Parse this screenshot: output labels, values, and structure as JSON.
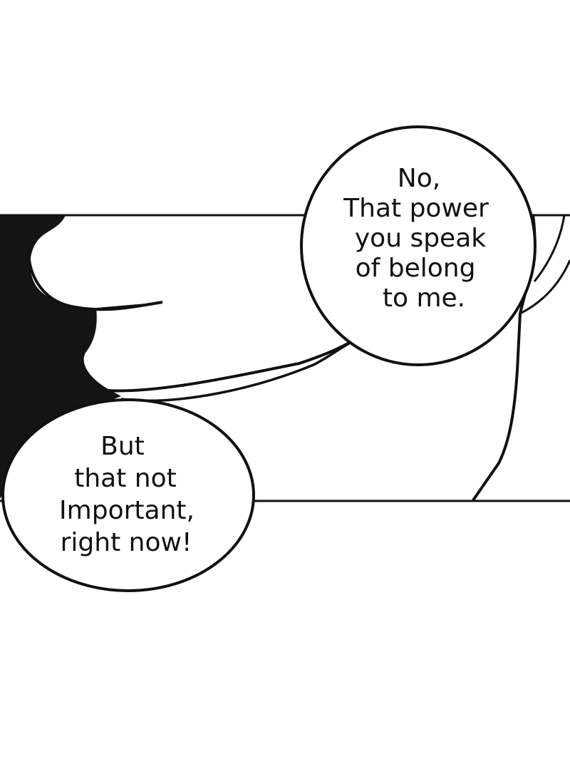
{
  "comic": {
    "bubble_top": {
      "lines": [
        "No,",
        "That power",
        "you speak",
        "of belong",
        "to me."
      ]
    },
    "bubble_bottom": {
      "lines": [
        "But",
        "that not",
        "Important,",
        "right now!"
      ]
    }
  },
  "colors": {
    "ink": "#111111",
    "paper": "#ffffff"
  }
}
